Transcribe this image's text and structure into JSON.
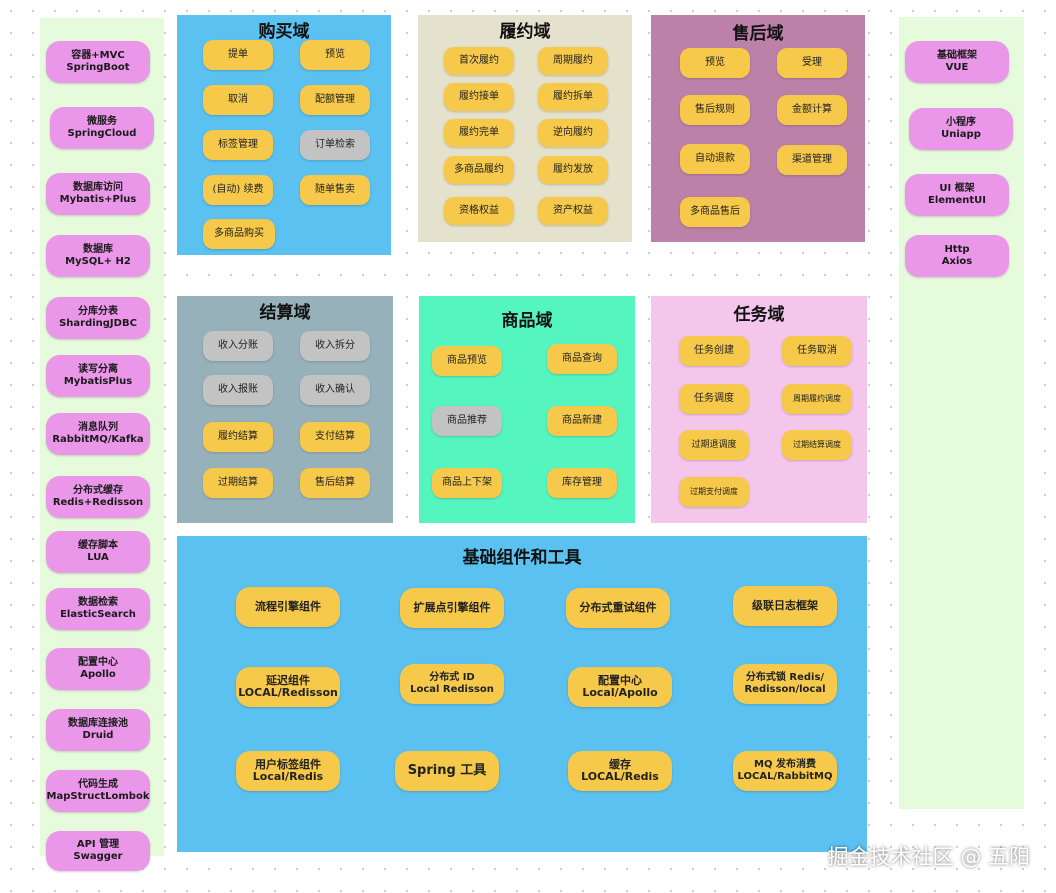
{
  "left_stack": [
    "容器+MVC\nSpringBoot",
    "微服务\nSpringCloud",
    "数据库访问\nMybatis+Plus",
    "数据库\nMySQL+ H2",
    "分库分表\nShardingJDBC",
    "读写分离\nMybatisPlus",
    "消息队列\nRabbitMQ/Kafka",
    "分布式缓存\nRedis+Redisson",
    "缓存脚本\nLUA",
    "数据检索\nElasticSearch",
    "配置中心\nApollo",
    "数据库连接池\nDruid",
    "代码生成\nMapStructLombok",
    "API 管理\nSwagger"
  ],
  "right_stack": [
    "基础框架\nVUE",
    "小程序\nUniapp",
    "UI 框架\nElementUI",
    "Http\nAxios"
  ],
  "purchase": {
    "title": "购买域",
    "items": [
      "提单",
      "预览",
      "取消",
      "配额管理",
      "标签管理",
      "订单检索",
      "(自动) 续费",
      "随单售卖",
      "多商品购买"
    ]
  },
  "fulfillment": {
    "title": "履约域",
    "items": [
      "首次履约",
      "周期履约",
      "履约接单",
      "履约拆单",
      "履约完单",
      "逆向履约",
      "多商品履约",
      "履约发放",
      "资格权益",
      "资产权益"
    ]
  },
  "aftersale": {
    "title": "售后域",
    "items": [
      "预览",
      "受理",
      "售后规则",
      "金额计算",
      "自动退款",
      "渠道管理",
      "多商品售后"
    ]
  },
  "settlement": {
    "title": "结算域",
    "items": [
      "收入分账",
      "收入拆分",
      "收入报账",
      "收入确认",
      "履约结算",
      "支付结算",
      "过期结算",
      "售后结算"
    ]
  },
  "product": {
    "title": "商品域",
    "items": [
      "商品预览",
      "商品查询",
      "商品推荐",
      "商品新建",
      "商品上下架",
      "库存管理"
    ]
  },
  "task": {
    "title": "任务域",
    "items": [
      "任务创建",
      "任务取消",
      "任务调度",
      "周期履约调度",
      "过期退调度",
      "过期结算调度",
      "过期支付调度"
    ]
  },
  "infra": {
    "title": "基础组件和工具",
    "items": [
      "流程引擎组件",
      "扩展点引擎组件",
      "分布式重试组件",
      "级联日志框架",
      "延迟组件\nLOCAL/Redisson",
      "分布式 ID\nLocal Redisson",
      "配置中心\nLocal/Apollo",
      "分布式锁 Redis/\nRedisson/local",
      "用户标签组件\nLocal/Redis",
      "Spring 工具",
      "缓存\nLOCAL/Redis",
      "MQ 发布消费\nLOCAL/RabbitMQ"
    ]
  },
  "watermark": "掘金技术社区 @ 五阳",
  "colors": {
    "sidebar_bg": "#e6fbdc",
    "purchase_bg": "#5bc1f0",
    "fulfillment_bg": "#e4e1cd",
    "aftersale_bg": "#bc81a9",
    "settlement_bg": "#97b1ba",
    "product_bg": "#55f5bf",
    "task_bg": "#f4c6ec",
    "infra_bg": "#5bc1f0",
    "chip_yellow": "#f6c94a",
    "chip_gray": "#c3c3c3",
    "chip_pink": "#ea97ea"
  }
}
